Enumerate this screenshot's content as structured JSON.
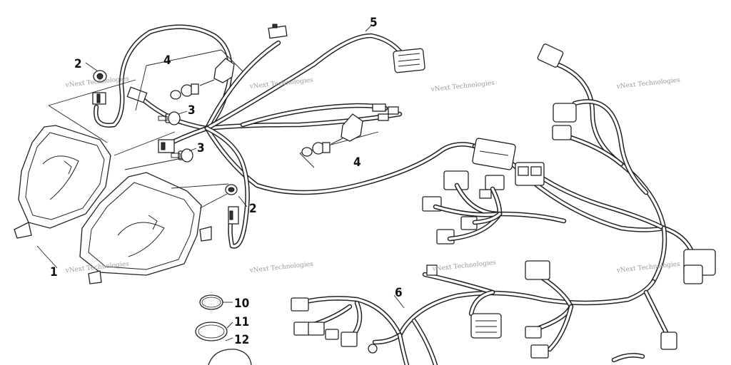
{
  "callouts": {
    "c1": "1",
    "c2a": "2",
    "c2b": "2",
    "c3a": "3",
    "c3b": "3",
    "c4a": "4",
    "c4b": "4",
    "c5": "5",
    "c6": "6",
    "c10": "10",
    "c11": "11",
    "c12": "12"
  },
  "watermark": "vNext Technologies"
}
